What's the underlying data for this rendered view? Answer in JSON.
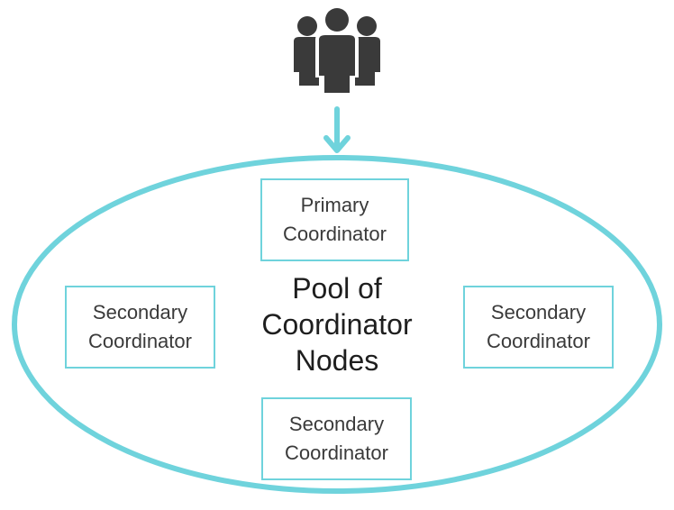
{
  "diagram": {
    "center": {
      "line1": "Pool of",
      "line2": "Coordinator",
      "line3": "Nodes"
    },
    "nodes": [
      {
        "line1": "Primary",
        "line2": "Coordinator"
      },
      {
        "line1": "Secondary",
        "line2": "Coordinator"
      },
      {
        "line1": "Secondary",
        "line2": "Coordinator"
      },
      {
        "line1": "Secondary",
        "line2": "Coordinator"
      }
    ],
    "icons": {
      "users": "users-group-icon",
      "arrow": "arrow-down-icon"
    },
    "colors": {
      "accent": "#6fd3dc",
      "icon": "#3a3a3a",
      "text": "#3a3a3a"
    }
  }
}
